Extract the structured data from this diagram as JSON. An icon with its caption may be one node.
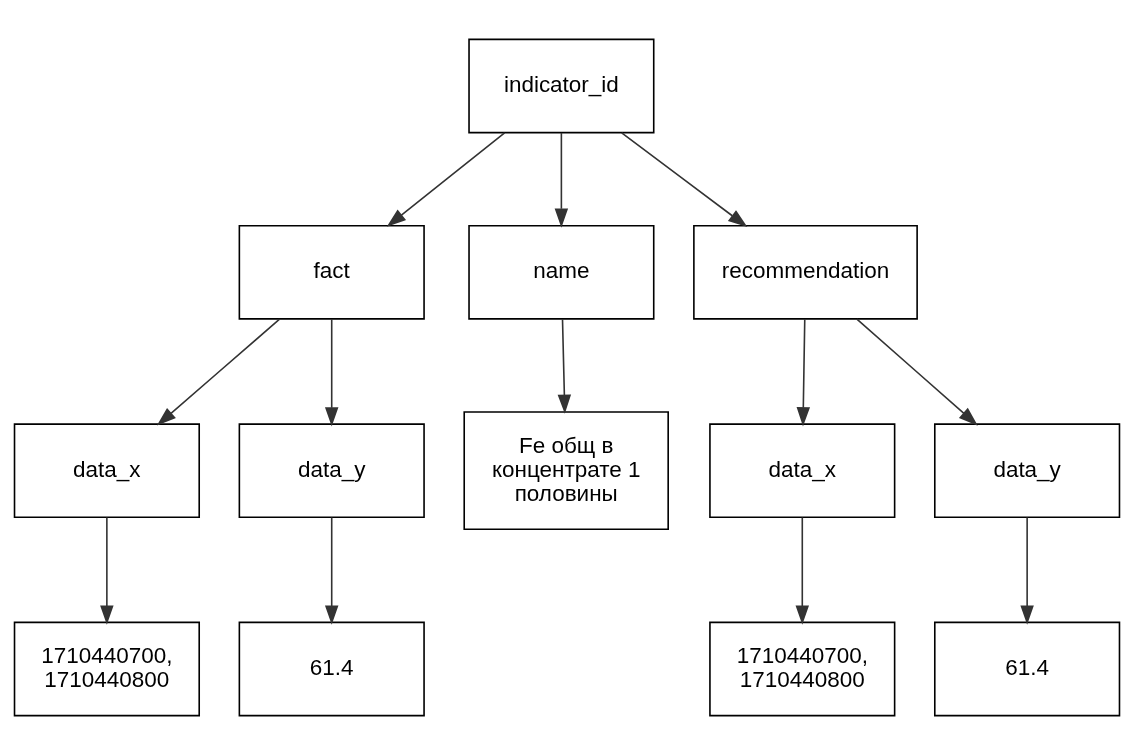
{
  "diagram": {
    "nodes": [
      {
        "text": [
          "indicator_id"
        ]
      },
      {
        "text": [
          "fact"
        ]
      },
      {
        "text": [
          "name"
        ]
      },
      {
        "text": [
          "recommendation"
        ]
      },
      {
        "text": [
          "data_x"
        ]
      },
      {
        "text": [
          "data_y"
        ]
      },
      {
        "text": [
          "Fe общ в концентрате 1 половины"
        ]
      },
      {
        "text": [
          "data_x"
        ]
      },
      {
        "text": [
          "data_y"
        ]
      },
      {
        "text": [
          "1710440700, 1710440800"
        ]
      },
      {
        "text": [
          "61.4"
        ]
      },
      {
        "text": [
          "1710440700, 1710440800"
        ]
      },
      {
        "text": [
          "61.4"
        ]
      }
    ],
    "edges": [
      {
        "from": 0,
        "to": 1,
        "arrow": "to"
      },
      {
        "from": 0,
        "to": 2,
        "arrow": "to"
      },
      {
        "from": 0,
        "to": 3,
        "arrow": "to"
      },
      {
        "from": 1,
        "to": 4,
        "arrow": "to"
      },
      {
        "from": 1,
        "to": 5,
        "arrow": "to"
      },
      {
        "from": 2,
        "to": 6,
        "arrow": "to"
      },
      {
        "from": 3,
        "to": 7,
        "arrow": "to"
      },
      {
        "from": 3,
        "to": 8,
        "arrow": "to"
      },
      {
        "from": 4,
        "to": 9,
        "arrow": "to"
      },
      {
        "from": 5,
        "to": 10,
        "arrow": "to"
      },
      {
        "from": 7,
        "to": 11,
        "arrow": "to"
      },
      {
        "from": 8,
        "to": 12,
        "arrow": "to"
      }
    ]
  }
}
